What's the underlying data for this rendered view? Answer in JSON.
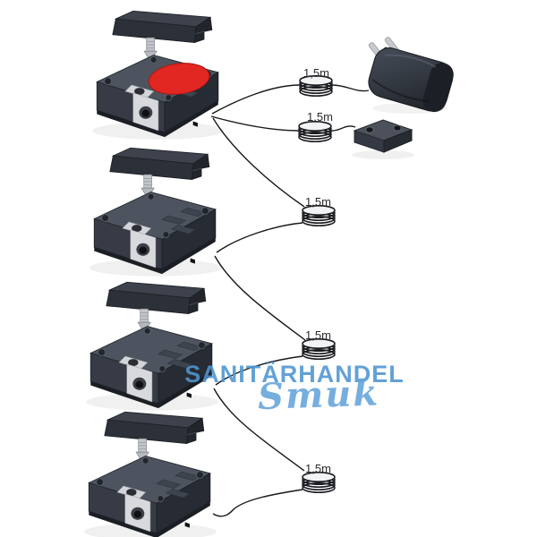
{
  "page": {
    "background": "#ffffff"
  },
  "watermark": {
    "line1": "SANITÄRHANDEL",
    "line2": "Smuk",
    "color_primary": "#4e95d0",
    "color_script": "#68a6db"
  },
  "coils": [
    {
      "label": "1,5m"
    },
    {
      "label": "1,5m"
    },
    {
      "label": "1,5m"
    },
    {
      "label": "1,5m"
    },
    {
      "label": "1,5m"
    }
  ],
  "colors": {
    "red_button": "#e22621",
    "unit_top": "#4e545f",
    "unit_left_face": "#363b45",
    "unit_right_face": "#272b33",
    "metal_insert": "#d7d9dd",
    "cable": "#17181d"
  },
  "components": {
    "units": [
      {
        "name": "lock-unit-master",
        "red_button": true
      },
      {
        "name": "lock-unit-2",
        "red_button": false
      },
      {
        "name": "lock-unit-3",
        "red_button": false
      },
      {
        "name": "lock-unit-4",
        "red_button": false
      }
    ],
    "power_plug": {
      "name": "power-supply-plug"
    },
    "junction_box": {
      "name": "junction-box"
    }
  }
}
